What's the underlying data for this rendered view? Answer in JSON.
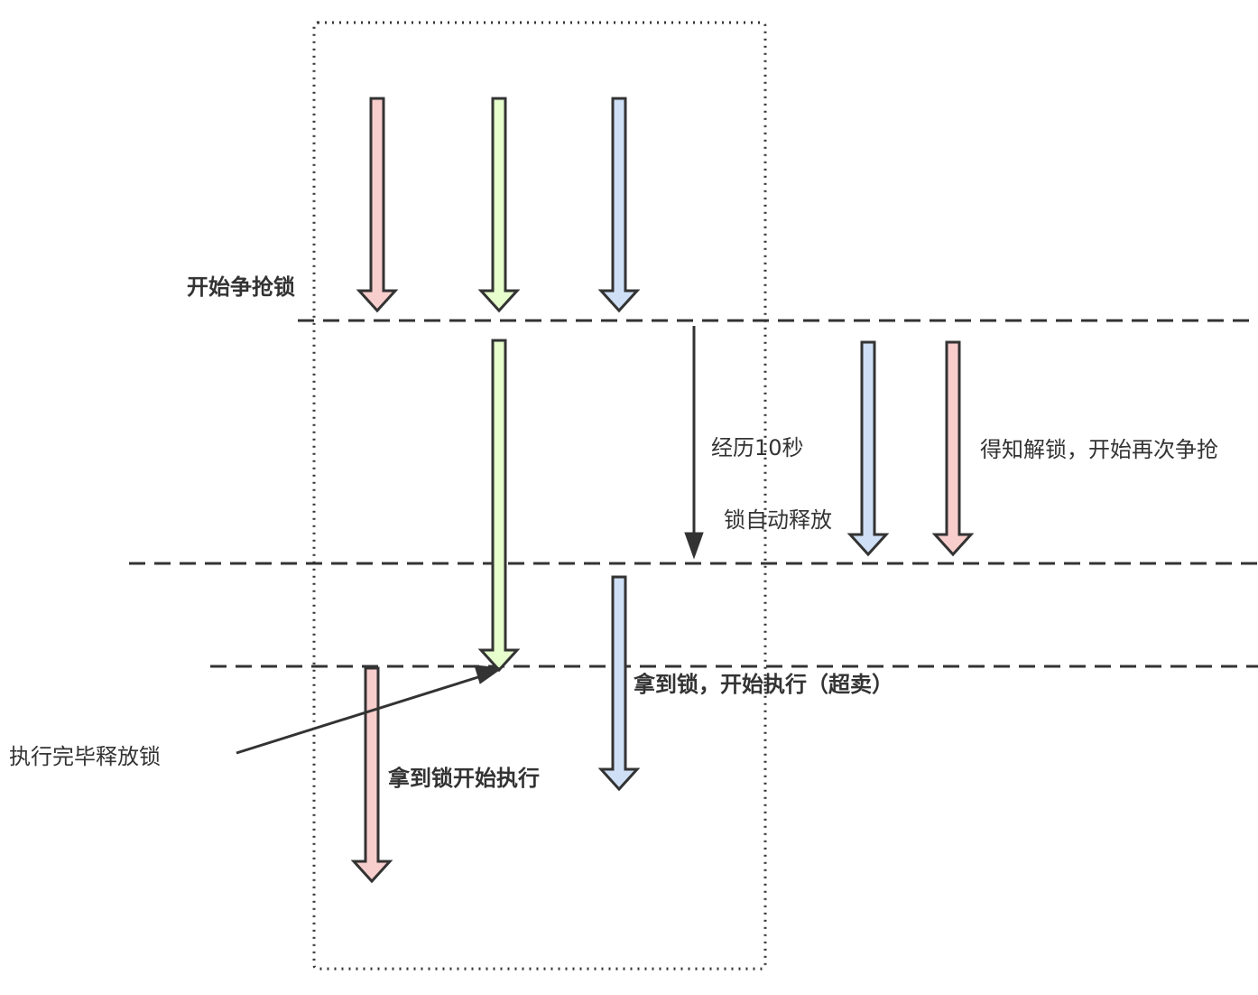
{
  "colors": {
    "red": "#f8cecc",
    "green": "#e6ffcc",
    "blue": "#cfe0f6",
    "line": "#333333"
  },
  "labels": {
    "start_contend": "开始争抢锁",
    "after_10s": "经历10秒",
    "auto_release": "锁自动释放",
    "notified_contend": "得知解锁，开始再次争抢",
    "got_lock_oversell": "拿到锁，开始执行（超卖）",
    "finish_release": "执行完毕释放锁",
    "got_lock_execute": "拿到锁开始执行"
  }
}
